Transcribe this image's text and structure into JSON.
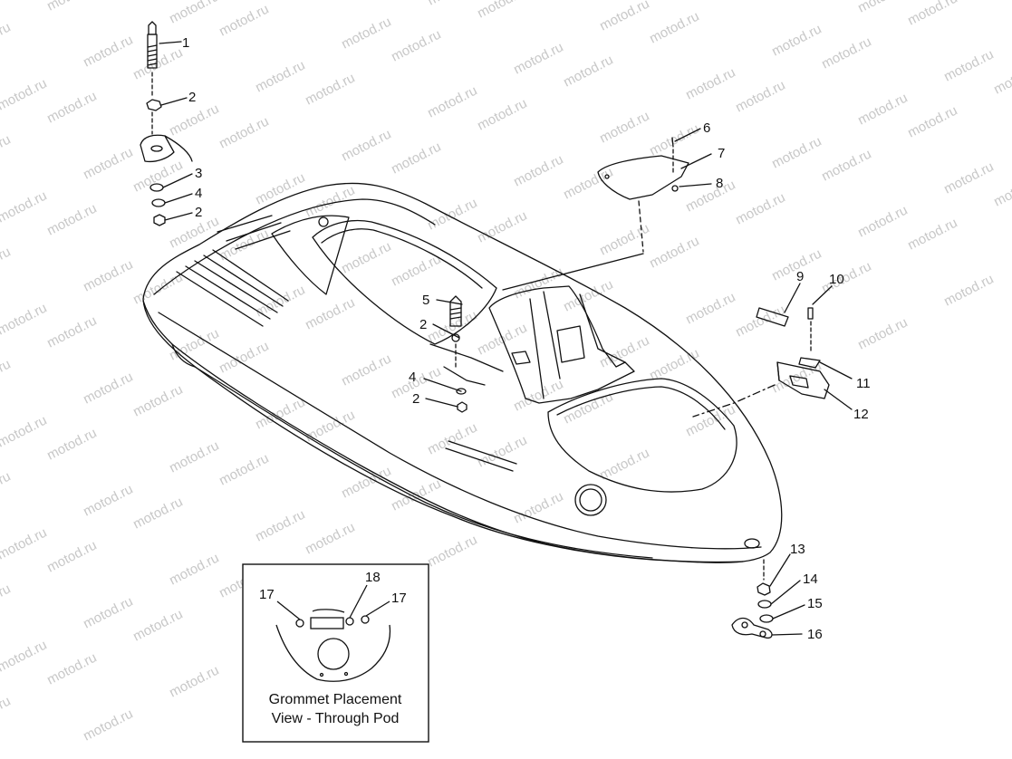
{
  "watermark": "motod.ru",
  "callouts": {
    "c1": "1",
    "c2a": "2",
    "c3": "3",
    "c4a": "4",
    "c2b": "2",
    "c5": "5",
    "c2c": "2",
    "c4b": "4",
    "c2d": "2",
    "c6": "6",
    "c7": "7",
    "c8": "8",
    "c9": "9",
    "c10": "10",
    "c11": "11",
    "c12": "12",
    "c13": "13",
    "c14": "14",
    "c15": "15",
    "c16": "16",
    "c17a": "17",
    "c18": "18",
    "c17b": "17"
  },
  "inset": {
    "title_line1": "Grommet Placement",
    "title_line2": "View - Through Pod"
  },
  "colors": {
    "ink": "#111111",
    "watermark": "#c8c8c8",
    "background": "#ffffff"
  }
}
